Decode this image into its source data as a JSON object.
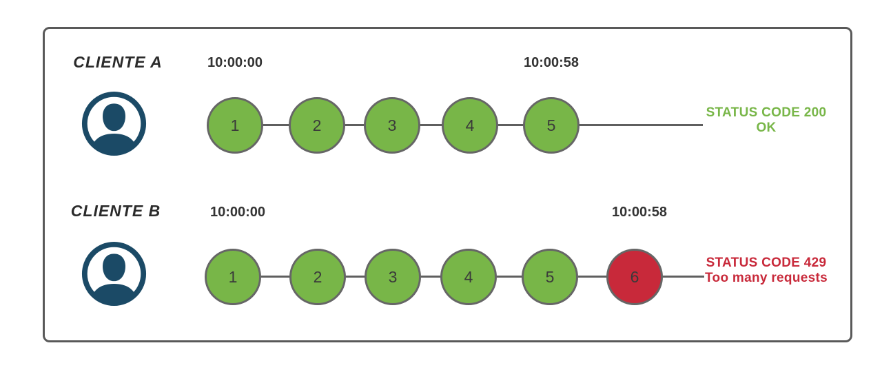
{
  "panel": {
    "description": "rate limiting comparison diagram",
    "border_color": "#595959",
    "background": "#ffffff"
  },
  "rows": [
    {
      "client": "CLIENTE A",
      "avatar_icon": "user-avatar-icon",
      "start_time": "10:00:00",
      "end_time": "10:00:58",
      "requests": [
        "1",
        "2",
        "3",
        "4",
        "5"
      ],
      "request_status": [
        "ok",
        "ok",
        "ok",
        "ok",
        "ok"
      ],
      "status_code": "STATUS CODE 200",
      "status_message": "OK"
    },
    {
      "client": "CLIENTE B",
      "avatar_icon": "user-avatar-icon",
      "start_time": "10:00:00",
      "end_time": "10:00:58",
      "requests": [
        "1",
        "2",
        "3",
        "4",
        "5",
        "6"
      ],
      "request_status": [
        "ok",
        "ok",
        "ok",
        "ok",
        "ok",
        "rate-limited"
      ],
      "status_code": "STATUS CODE 429",
      "status_message": "Too many requests"
    }
  ],
  "colors": {
    "request_ok": "#78b648",
    "request_rate_limited": "#c8293a",
    "status_ok_text": "#78b648",
    "status_error_text": "#c8293a",
    "avatar": "#1b4a66",
    "circle_border": "#666666",
    "timeline_line": "#5f5f5f",
    "timestamp_text": "#333333"
  }
}
